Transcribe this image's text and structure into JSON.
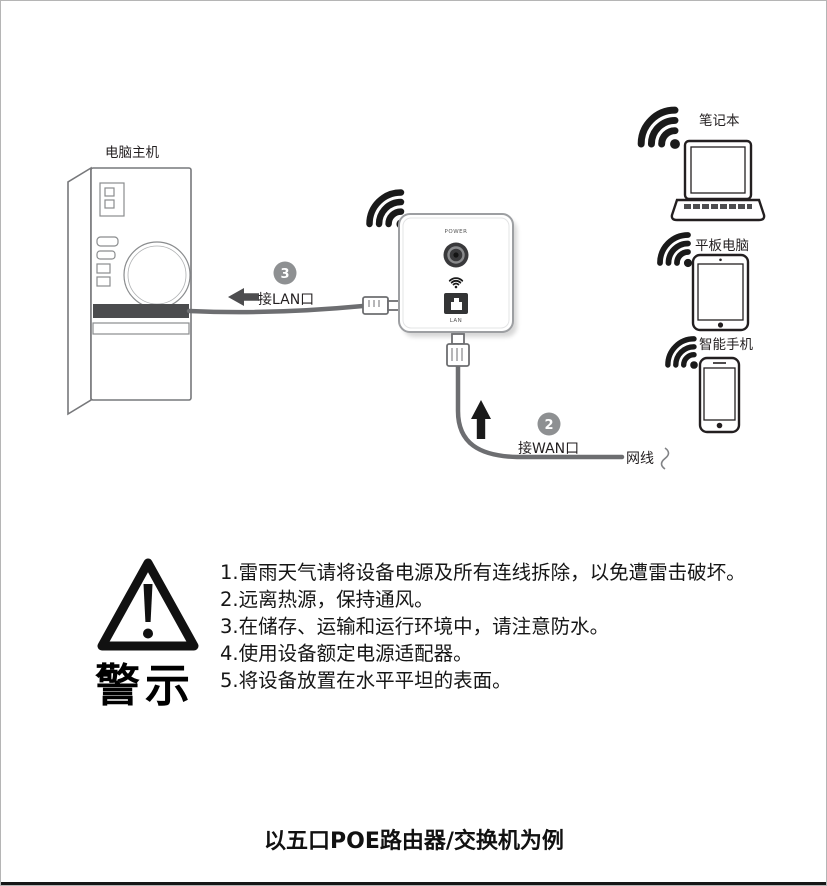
{
  "page": {
    "caption": "以五口POE路由器/交换机为例"
  },
  "pc": {
    "label": "电脑主机"
  },
  "ap": {
    "power_label": "POWER",
    "lan_port_label": "LAN"
  },
  "steps": {
    "lan": {
      "number": "3",
      "label": "接LAN口"
    },
    "wan": {
      "number": "2",
      "label": "接WAN口"
    }
  },
  "cable": {
    "label": "网线"
  },
  "devices": {
    "laptop": {
      "label": "笔记本"
    },
    "tablet": {
      "label": "平板电脑"
    },
    "phone": {
      "label": "智能手机"
    }
  },
  "warning": {
    "title": "警示",
    "items": [
      "1.雷雨天气请将设备电源及所有连线拆除，以免遭雷击破坏。",
      "2.远离热源，保持通风。",
      "3.在储存、运输和运行环境中，请注意防水。",
      "4.使用设备额定电源适配器。",
      "5.将设备放置在水平平坦的表面。"
    ]
  },
  "colors": {
    "ink": "#231f20",
    "badge": "#8e9092",
    "arrow_dark": "#1a1a1a"
  }
}
